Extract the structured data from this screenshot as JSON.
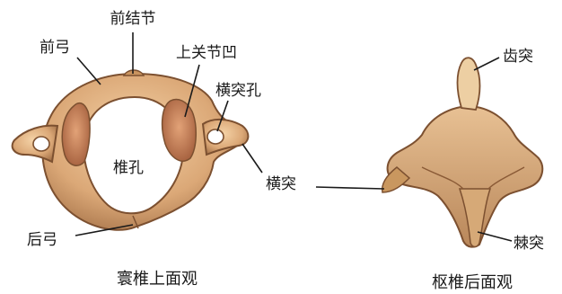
{
  "atlas": {
    "caption": "寰椎上面观",
    "labels": {
      "anterior_tubercle": "前结节",
      "anterior_arch": "前弓",
      "superior_articular_fovea": "上关节凹",
      "transverse_foramen": "横突孔",
      "vertebral_foramen": "椎孔",
      "posterior_arch": "后弓"
    }
  },
  "shared_label": "横突",
  "axis": {
    "caption": "枢椎后面观",
    "labels": {
      "dens": "齿突",
      "spinous_process": "棘突"
    }
  }
}
